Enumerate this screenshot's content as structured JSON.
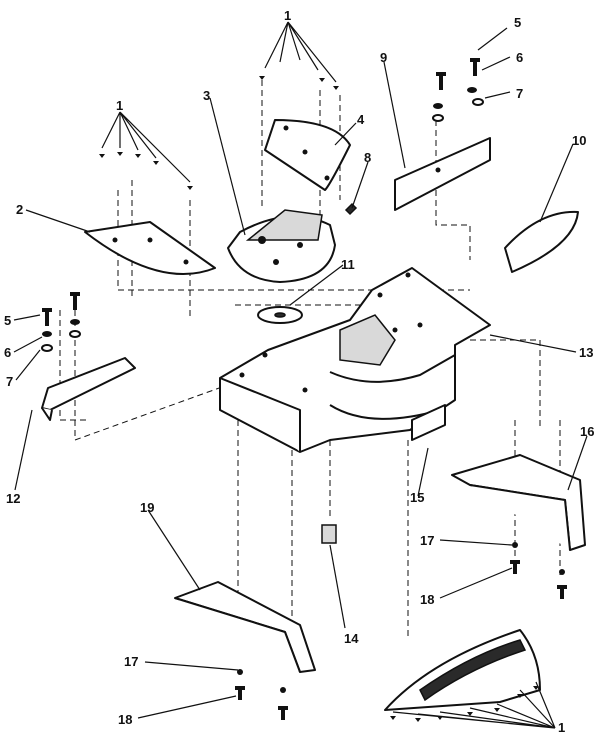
{
  "callouts": {
    "c1_top": "1",
    "c1_left": "1",
    "c1_bottom": "1",
    "c2": "2",
    "c3": "3",
    "c4": "4",
    "c5_right": "5",
    "c5_left": "5",
    "c6_right": "6",
    "c6_left": "6",
    "c7_right": "7",
    "c7_left": "7",
    "c8": "8",
    "c9": "9",
    "c10": "10",
    "c11": "11",
    "c12": "12",
    "c13": "13",
    "c14": "14",
    "c15": "15",
    "c16": "16",
    "c17_right": "17",
    "c17_left": "17",
    "c18_right": "18",
    "c18_left": "18",
    "c19": "19"
  }
}
